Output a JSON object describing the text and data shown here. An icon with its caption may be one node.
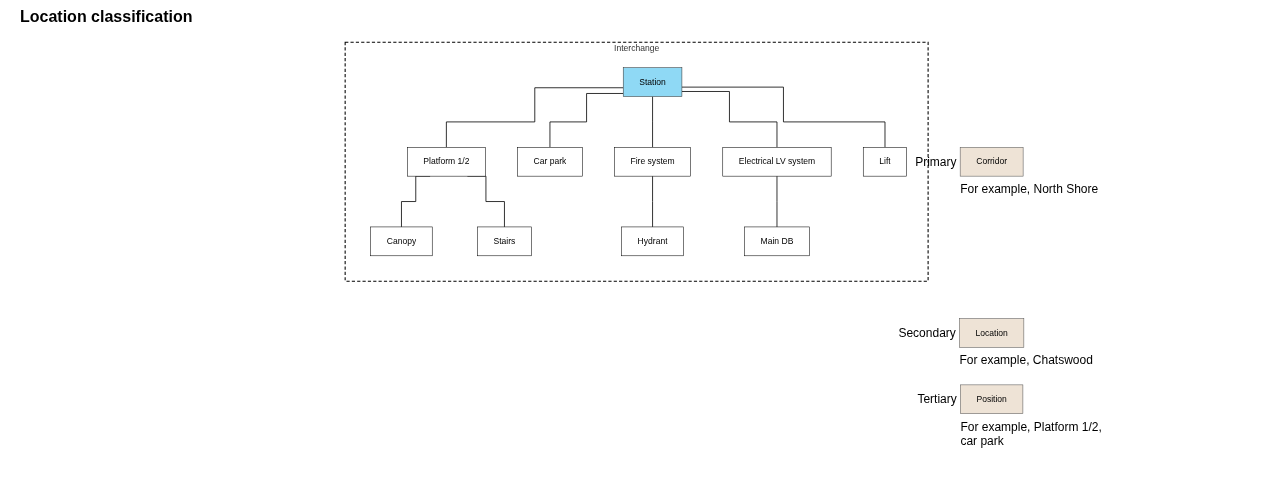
{
  "diagram": {
    "title": "Location classification",
    "nodes": [
      {
        "text": [
          "Corridor"
        ],
        "beside": [
          "Primary",
          "For example, North Shore"
        ]
      },
      {
        "text": [
          "Location"
        ],
        "beside": [
          "Secondary",
          "For example, Chatswood"
        ]
      },
      {
        "text": [
          "Position"
        ],
        "beside": [
          "Tertiary",
          "For example, Platform 1/2, car park"
        ]
      },
      {
        "text": [
          "Interchange"
        ]
      },
      {
        "text": [
          "Station"
        ],
        "in": 3
      },
      {
        "text": [
          "Platform 1/2"
        ],
        "in": 3
      },
      {
        "text": [
          "Car park"
        ],
        "in": 3
      },
      {
        "text": [
          "Fire system"
        ],
        "in": 3
      },
      {
        "text": [
          "Electrical LV system"
        ],
        "in": 3
      },
      {
        "text": [
          "Lift"
        ],
        "in": 3
      },
      {
        "text": [
          "Canopy"
        ],
        "in": 3
      },
      {
        "text": [
          "Stairs"
        ],
        "in": 3
      },
      {
        "text": [
          "Hydrant"
        ],
        "in": 3
      },
      {
        "text": [
          "Main DB"
        ],
        "in": 3
      }
    ],
    "edges": [
      {
        "from": 4,
        "to": 5,
        "arrow": "none"
      },
      {
        "from": 4,
        "to": 6,
        "arrow": "none"
      },
      {
        "from": 4,
        "to": 7,
        "arrow": "none"
      },
      {
        "from": 4,
        "to": 8,
        "arrow": "none"
      },
      {
        "from": 4,
        "to": 9,
        "arrow": "none"
      },
      {
        "from": 5,
        "to": 10,
        "arrow": "none"
      },
      {
        "from": 5,
        "to": 11,
        "arrow": "none"
      },
      {
        "from": 7,
        "to": 12,
        "arrow": "none"
      },
      {
        "from": 8,
        "to": 13,
        "arrow": "none"
      }
    ]
  }
}
